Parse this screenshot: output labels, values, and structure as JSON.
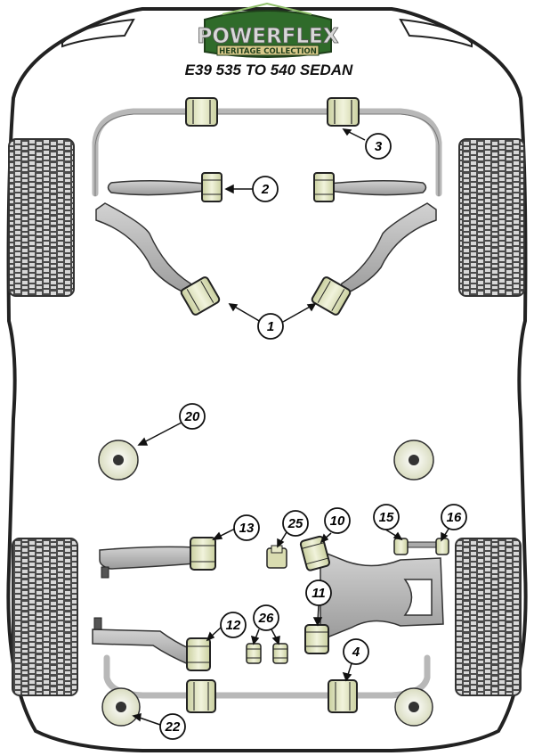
{
  "brand": {
    "name": "POWERFLEX",
    "tagline": "HERITAGE COLLECTION",
    "colors": {
      "green": "#2f6b2a",
      "gold": "#d8c98a",
      "dark": "#1f3f1b"
    }
  },
  "title": "E39 535 TO 540 SEDAN",
  "callouts": [
    {
      "id": "c1",
      "label": "1"
    },
    {
      "id": "c2",
      "label": "2"
    },
    {
      "id": "c3",
      "label": "3"
    },
    {
      "id": "c4",
      "label": "4"
    },
    {
      "id": "c10",
      "label": "10"
    },
    {
      "id": "c11",
      "label": "11"
    },
    {
      "id": "c12",
      "label": "12"
    },
    {
      "id": "c13",
      "label": "13"
    },
    {
      "id": "c15",
      "label": "15"
    },
    {
      "id": "c16",
      "label": "16"
    },
    {
      "id": "c20",
      "label": "20"
    },
    {
      "id": "c22",
      "label": "22"
    },
    {
      "id": "c25",
      "label": "25"
    },
    {
      "id": "c26",
      "label": "26"
    }
  ],
  "colors": {
    "bushing": "#e3e8c4",
    "bushing_stroke": "#222222",
    "arm": "#b8b8b8",
    "tyre": "#3a3a3a"
  }
}
